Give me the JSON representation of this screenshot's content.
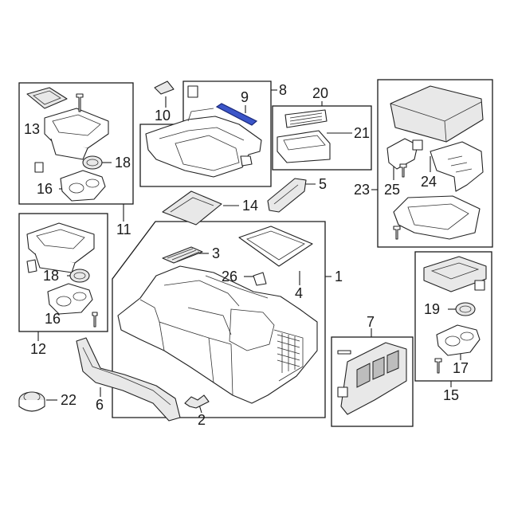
{
  "labels": {
    "l1": "1",
    "l2": "2",
    "l3": "3",
    "l4": "4",
    "l5": "5",
    "l6": "6",
    "l7": "7",
    "l8": "8",
    "l9": "9",
    "l10": "10",
    "l11": "11",
    "l12": "12",
    "l13": "13",
    "l14": "14",
    "l15": "15",
    "l16": "16",
    "l16b": "16",
    "l17": "17",
    "l18": "18",
    "l18b": "18",
    "l19": "19",
    "l20": "20",
    "l21": "21",
    "l22": "22",
    "l23": "23",
    "l24": "24",
    "l25": "25",
    "l26": "26"
  },
  "highlight_color": "#3b55c9",
  "highlighted_part": "9"
}
